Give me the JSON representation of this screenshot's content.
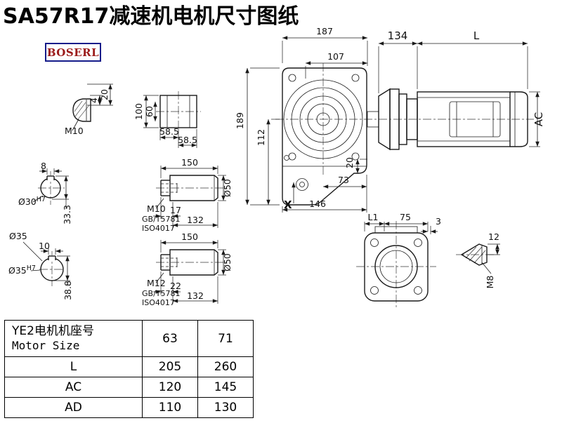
{
  "title": "SA57R17减速机电机尺寸图纸",
  "logo": {
    "text": "BOSERL"
  },
  "d": {
    "m10_plug": "M10",
    "plug_h": "4",
    "plug_len": "20",
    "blk_100": "100",
    "blk_60": "60",
    "blk_585a": "58.5",
    "blk_585b": "58.5",
    "key8": "8",
    "o30_main": "Ø30",
    "o30_sup": "H7",
    "v333": "33.3",
    "key10": "10",
    "o35": "Ø35",
    "o35h7_main": "Ø35",
    "o35h7_sup": "H7",
    "v388": "38.8",
    "s1_150": "150",
    "s1_m10": "M10",
    "s1_gb": "GB/T5781",
    "s1_iso": "ISO4017",
    "s1_17": "17",
    "s1_132": "132",
    "s1_d50": "Ø50",
    "s2_150": "150",
    "s2_m12": "M12",
    "s2_gb": "GB/T5781",
    "s2_iso": "ISO4017",
    "s2_22": "22",
    "s2_132": "132",
    "s2_d50": "Ø50",
    "g187": "187",
    "g107": "107",
    "g189": "189",
    "g112": "112",
    "g146": "146",
    "g73": "73",
    "g20": "20",
    "gx": "X",
    "m134": "134",
    "mL": "L",
    "mAC": "AC",
    "fL1": "L1",
    "f75": "75",
    "f3": "3",
    "c12": "12",
    "cM8": "M8"
  },
  "table": {
    "header": {
      "cn": "YE2电机机座号",
      "en": "Motor Size"
    },
    "frame_sizes": [
      "63",
      "71"
    ],
    "rows": [
      {
        "label": "L",
        "values": [
          "205",
          "260"
        ]
      },
      {
        "label": "AC",
        "values": [
          "120",
          "145"
        ]
      },
      {
        "label": "AD",
        "values": [
          "110",
          "130"
        ]
      }
    ]
  }
}
